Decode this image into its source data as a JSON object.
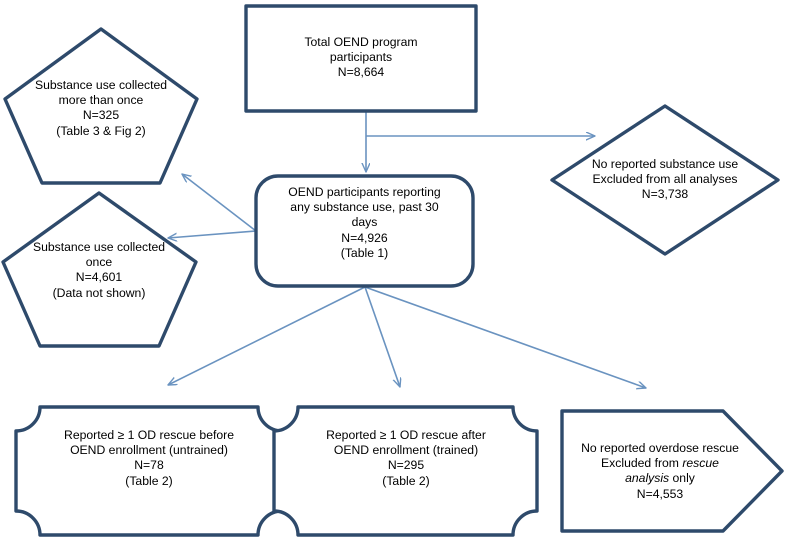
{
  "diagram": {
    "title": "OEND program participant flow diagram",
    "colors": {
      "shape_stroke": "#2e4a6b",
      "arrow_stroke": "#6a93c0",
      "shape_fill": "#ffffff",
      "text": "#000000",
      "background": "#ffffff"
    },
    "nodes": [
      {
        "id": "total-participants",
        "shape": "rectangle",
        "lines": [
          "Total OEND program",
          "participants",
          "N=8,664"
        ],
        "text": "Total OEND program\nparticipants\nN=8,664",
        "count": "8,664"
      },
      {
        "id": "substance-use-more-than-once",
        "shape": "pentagon",
        "lines": [
          "Substance use collected",
          "more than once",
          "N=325",
          "(Table 3 & Fig 2)"
        ],
        "text": "Substance use collected\nmore than once\nN=325\n(Table 3 & Fig 2)",
        "count": "325",
        "reference": "(Table 3 & Fig 2)"
      },
      {
        "id": "substance-use-once",
        "shape": "pentagon",
        "lines": [
          "Substance use collected",
          "once",
          "N=4,601",
          "(Data not shown)"
        ],
        "text": "Substance use collected\nonce\nN=4,601\n(Data not shown)",
        "count": "4,601",
        "reference": "(Data not shown)"
      },
      {
        "id": "reporting-any-substance-use",
        "shape": "rounded-rectangle",
        "lines": [
          "OEND participants reporting",
          "any substance use, past 30",
          "days",
          "N=4,926",
          "(Table 1)"
        ],
        "text": "OEND participants reporting\nany substance use, past 30\ndays\nN=4,926\n(Table 1)",
        "count": "4,926",
        "reference": "(Table 1)"
      },
      {
        "id": "no-reported-substance-use",
        "shape": "diamond",
        "lines": [
          "No reported substance use",
          "Excluded from all analyses",
          "N=3,738"
        ],
        "text": "No reported substance use\nExcluded from all analyses\nN=3,738",
        "count": "3,738"
      },
      {
        "id": "od-rescue-before-enrollment",
        "shape": "plaque",
        "lines": [
          "Reported ≥ 1 OD rescue before",
          "OEND enrollment (untrained)",
          "N=78",
          "(Table 2)"
        ],
        "text": "Reported ≥ 1 OD rescue before\nOEND enrollment (untrained)\nN=78\n(Table 2)",
        "count": "78",
        "reference": "(Table 2)"
      },
      {
        "id": "od-rescue-after-enrollment",
        "shape": "plaque",
        "lines": [
          "Reported ≥ 1 OD rescue after",
          "OEND enrollment (trained)",
          "N=295",
          "(Table 2)"
        ],
        "text": "Reported ≥ 1 OD rescue after\nOEND enrollment (trained)\nN=295\n(Table 2)",
        "count": "295",
        "reference": "(Table 2)"
      },
      {
        "id": "no-reported-overdose-rescue",
        "shape": "right-arrow-pentagon",
        "lines": [
          "No reported overdose rescue",
          "Excluded from rescue",
          "analysis only",
          "N=4,553"
        ],
        "text_parts": {
          "line1": "No reported overdose rescue",
          "line2_prefix": "Excluded from ",
          "line2_italic": "rescue",
          "line3_italic": "analysis",
          "line3_suffix": " only",
          "line4": "N=4,553"
        },
        "count": "4,553"
      }
    ],
    "edges": [
      {
        "id": "edge-total-to-reporting",
        "from": "total-participants",
        "to": "reporting-any-substance-use",
        "style": "elbow-down-arrow"
      },
      {
        "id": "edge-total-to-no-substance",
        "from": "total-participants",
        "to": "no-reported-substance-use",
        "style": "elbow-right-arrow"
      },
      {
        "id": "edge-reporting-to-more-than-once",
        "from": "reporting-any-substance-use",
        "to": "substance-use-more-than-once",
        "style": "straight-arrow"
      },
      {
        "id": "edge-reporting-to-once",
        "from": "reporting-any-substance-use",
        "to": "substance-use-once",
        "style": "straight-arrow"
      },
      {
        "id": "edge-reporting-to-before",
        "from": "reporting-any-substance-use",
        "to": "od-rescue-before-enrollment",
        "style": "straight-arrow"
      },
      {
        "id": "edge-reporting-to-after",
        "from": "reporting-any-substance-use",
        "to": "od-rescue-after-enrollment",
        "style": "straight-arrow"
      },
      {
        "id": "edge-reporting-to-no-rescue",
        "from": "reporting-any-substance-use",
        "to": "no-reported-overdose-rescue",
        "style": "straight-arrow"
      }
    ]
  }
}
